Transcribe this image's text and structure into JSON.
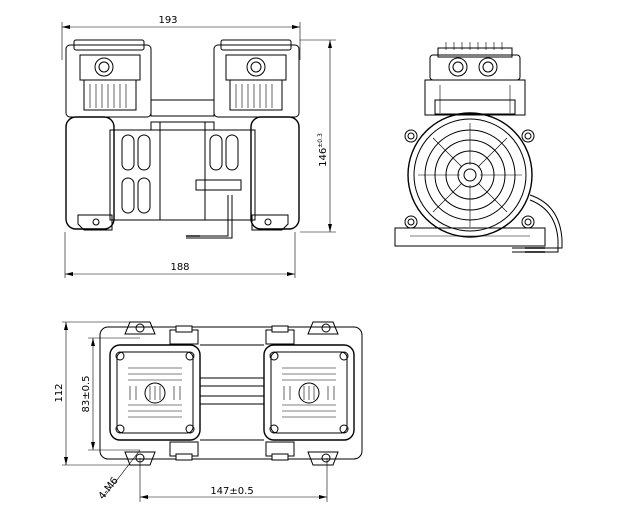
{
  "drawing": {
    "front_view": {
      "width_top": "193",
      "width_bottom": "188",
      "height": "146",
      "height_tol": "±0.3"
    },
    "top_view": {
      "height_total": "112",
      "height_mount": "83±0.5",
      "hole_spacing": "147±0.5",
      "hole_callout": "4-M6"
    }
  },
  "colors": {
    "ink": "#000000",
    "paper": "#ffffff"
  }
}
